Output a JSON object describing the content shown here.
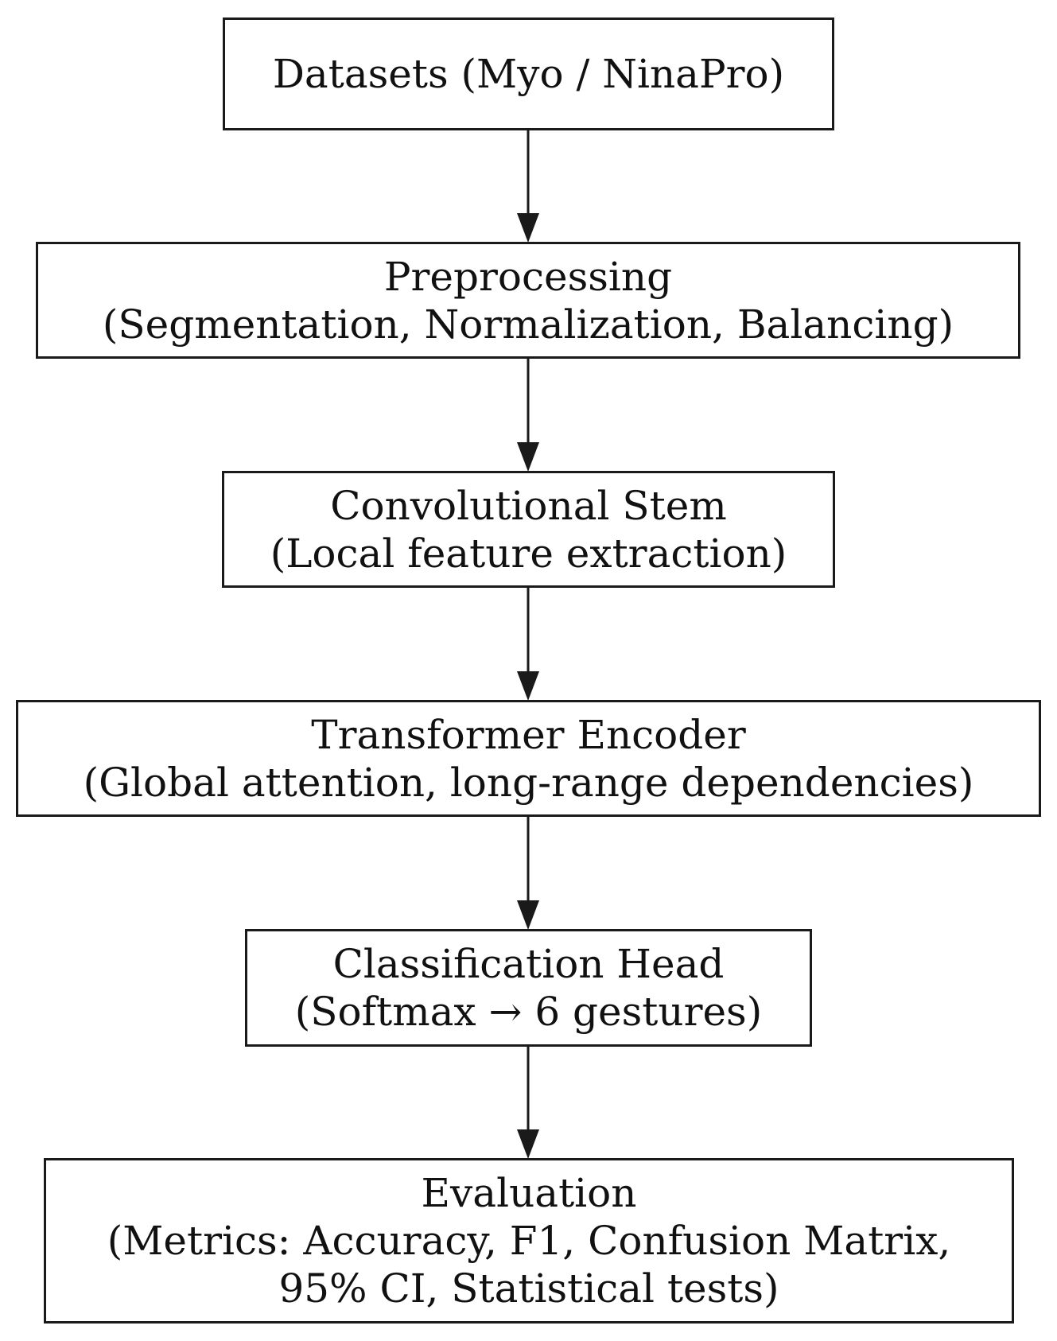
{
  "nodes": [
    {
      "id": "datasets",
      "lines": [
        "Datasets (Myo / NinaPro)"
      ]
    },
    {
      "id": "preprocessing",
      "lines": [
        "Preprocessing",
        "(Segmentation, Normalization, Balancing)"
      ]
    },
    {
      "id": "conv-stem",
      "lines": [
        "Convolutional Stem",
        "(Local feature extraction)"
      ]
    },
    {
      "id": "transformer",
      "lines": [
        "Transformer Encoder",
        "(Global attention, long-range dependencies)"
      ]
    },
    {
      "id": "classification",
      "lines": [
        "Classification Head",
        "(Softmax → 6 gestures)"
      ]
    },
    {
      "id": "evaluation",
      "lines": [
        "Evaluation",
        "(Metrics: Accuracy, F1, Confusion Matrix,",
        "95% CI, Statistical tests)"
      ]
    }
  ],
  "edges": [
    {
      "from": "datasets",
      "to": "preprocessing"
    },
    {
      "from": "preprocessing",
      "to": "conv-stem"
    },
    {
      "from": "conv-stem",
      "to": "transformer"
    },
    {
      "from": "transformer",
      "to": "classification"
    },
    {
      "from": "classification",
      "to": "evaluation"
    }
  ],
  "colors": {
    "stroke": "#1a1a1a",
    "fill": "#ffffff",
    "text": "#111111"
  }
}
